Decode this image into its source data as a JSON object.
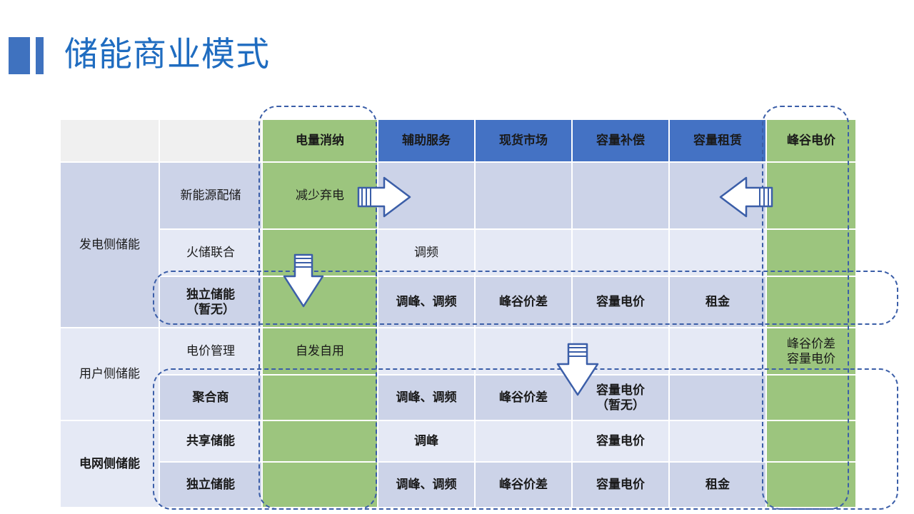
{
  "slide": {
    "title": "储能商业模式",
    "accent_color": "#3f72bf",
    "title_color": "#1f6cc0",
    "green": "#9cc57e",
    "blue": "#4472c4",
    "row_dark": "#ccd3e8",
    "row_light": "#e5e9f5",
    "dash_color": "#3b5ea8"
  },
  "table": {
    "headers": {
      "col_group": "",
      "col_sub": "",
      "col_green_left": "电量消纳",
      "col_b1": "辅助服务",
      "col_b2": "现货市场",
      "col_b3": "容量补偿",
      "col_b4": "容量租赁",
      "col_green_right": "峰谷电价"
    },
    "groups": [
      {
        "label": "发电侧储能",
        "rowspan": 3
      },
      {
        "label": "用户侧储能",
        "rowspan": 2
      },
      {
        "label": "电网侧储能",
        "rowspan": 2
      }
    ],
    "rows": [
      {
        "sub": "新能源配储",
        "sub_bold": false,
        "shade": "dark",
        "cells": {
          "green_left": "减少弃电",
          "b1": "",
          "b2": "",
          "b3": "",
          "b4": "",
          "green_right": ""
        }
      },
      {
        "sub": "火储联合",
        "sub_bold": false,
        "shade": "light",
        "cells": {
          "green_left": "",
          "b1": "调频",
          "b2": "",
          "b3": "",
          "b4": "",
          "green_right": ""
        }
      },
      {
        "sub": "独立储能\n（暂无）",
        "sub_bold": true,
        "shade": "dark",
        "cells": {
          "green_left": "",
          "b1": "调峰、调频",
          "b2": "峰谷价差",
          "b3": "容量电价",
          "b4": "租金",
          "green_right": ""
        }
      },
      {
        "sub": "电价管理",
        "sub_bold": false,
        "shade": "light",
        "cells": {
          "green_left": "自发自用",
          "b1": "",
          "b2": "",
          "b3": "",
          "b4": "",
          "green_right": "峰谷价差\n容量电价"
        }
      },
      {
        "sub": "聚合商",
        "sub_bold": true,
        "shade": "dark",
        "cells": {
          "green_left": "",
          "b1": "调峰、调频",
          "b2": "峰谷价差",
          "b3": "容量电价\n（暂无）",
          "b4": "",
          "green_right": ""
        }
      },
      {
        "sub": "共享储能",
        "sub_bold": true,
        "shade": "light",
        "cells": {
          "green_left": "",
          "b1": "调峰",
          "b2": "",
          "b3": "容量电价",
          "b4": "",
          "green_right": ""
        }
      },
      {
        "sub": "独立储能",
        "sub_bold": true,
        "shade": "dark",
        "cells": {
          "green_left": "",
          "b1": "调峰、调频",
          "b2": "峰谷价差",
          "b3": "容量电价",
          "b4": "租金",
          "green_right": ""
        }
      }
    ]
  },
  "annotations": {
    "highlight_boxes": [
      {
        "name": "green-left-column-box"
      },
      {
        "name": "green-right-column-box"
      },
      {
        "name": "independent-storage-row-box"
      },
      {
        "name": "aggregator-to-independent-rows-box"
      }
    ],
    "arrows": [
      {
        "name": "arrow-right-electricity-to-ancillary",
        "direction": "right"
      },
      {
        "name": "arrow-down-green-left-column",
        "direction": "down"
      },
      {
        "name": "arrow-left-peak-valley-to-capacity-lease",
        "direction": "left"
      },
      {
        "name": "arrow-down-spot-market-to-capacity",
        "direction": "down"
      }
    ]
  }
}
